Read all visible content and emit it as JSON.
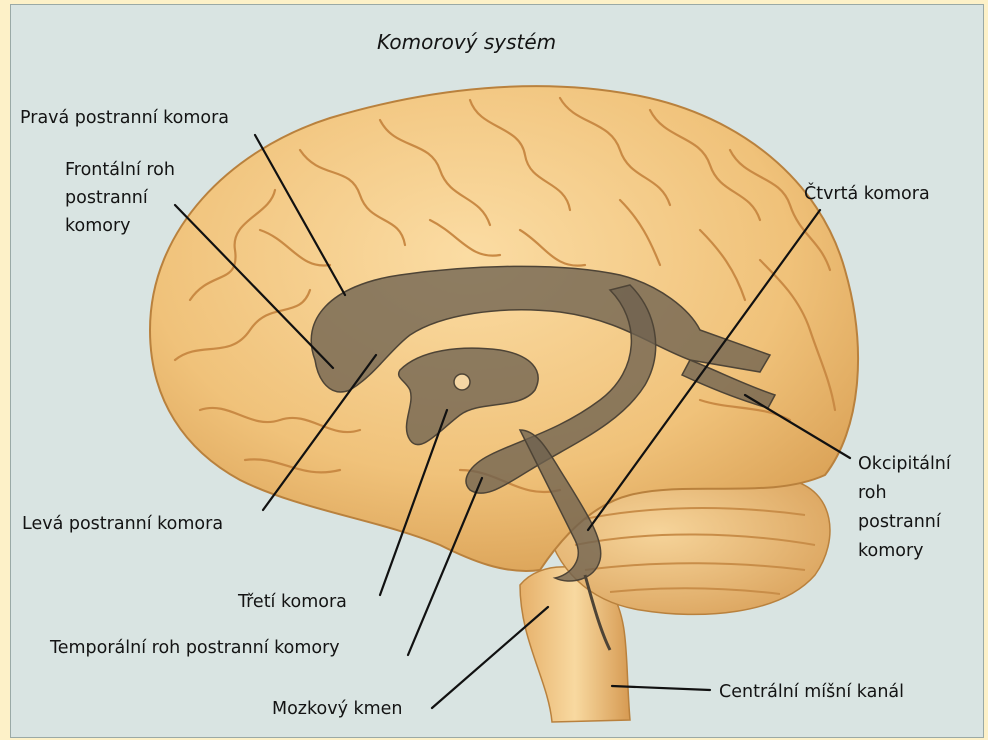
{
  "title": "Komorový systém",
  "labels": {
    "right_lateral_ventricle": "Pravá postranní komora",
    "frontal_horn": [
      "Frontální roh",
      "postranní",
      "komory"
    ],
    "fourth_ventricle": "Čtvrtá komora",
    "occipital_horn": [
      "Okcipitální",
      "roh",
      "postranní",
      "komory"
    ],
    "left_lateral_ventricle": "Levá postranní komora",
    "third_ventricle": "Třetí komora",
    "temporal_horn": "Temporální roh postranní komory",
    "brainstem": "Mozkový kmen",
    "central_canal": "Centrální míšní kanál"
  },
  "colors": {
    "frame_background": "#fdf1c8",
    "panel_background": "#d9e4e2",
    "brain_tissue": "#f2c57e",
    "ventricles": "#6e6250",
    "leader_lines": "#111111"
  }
}
